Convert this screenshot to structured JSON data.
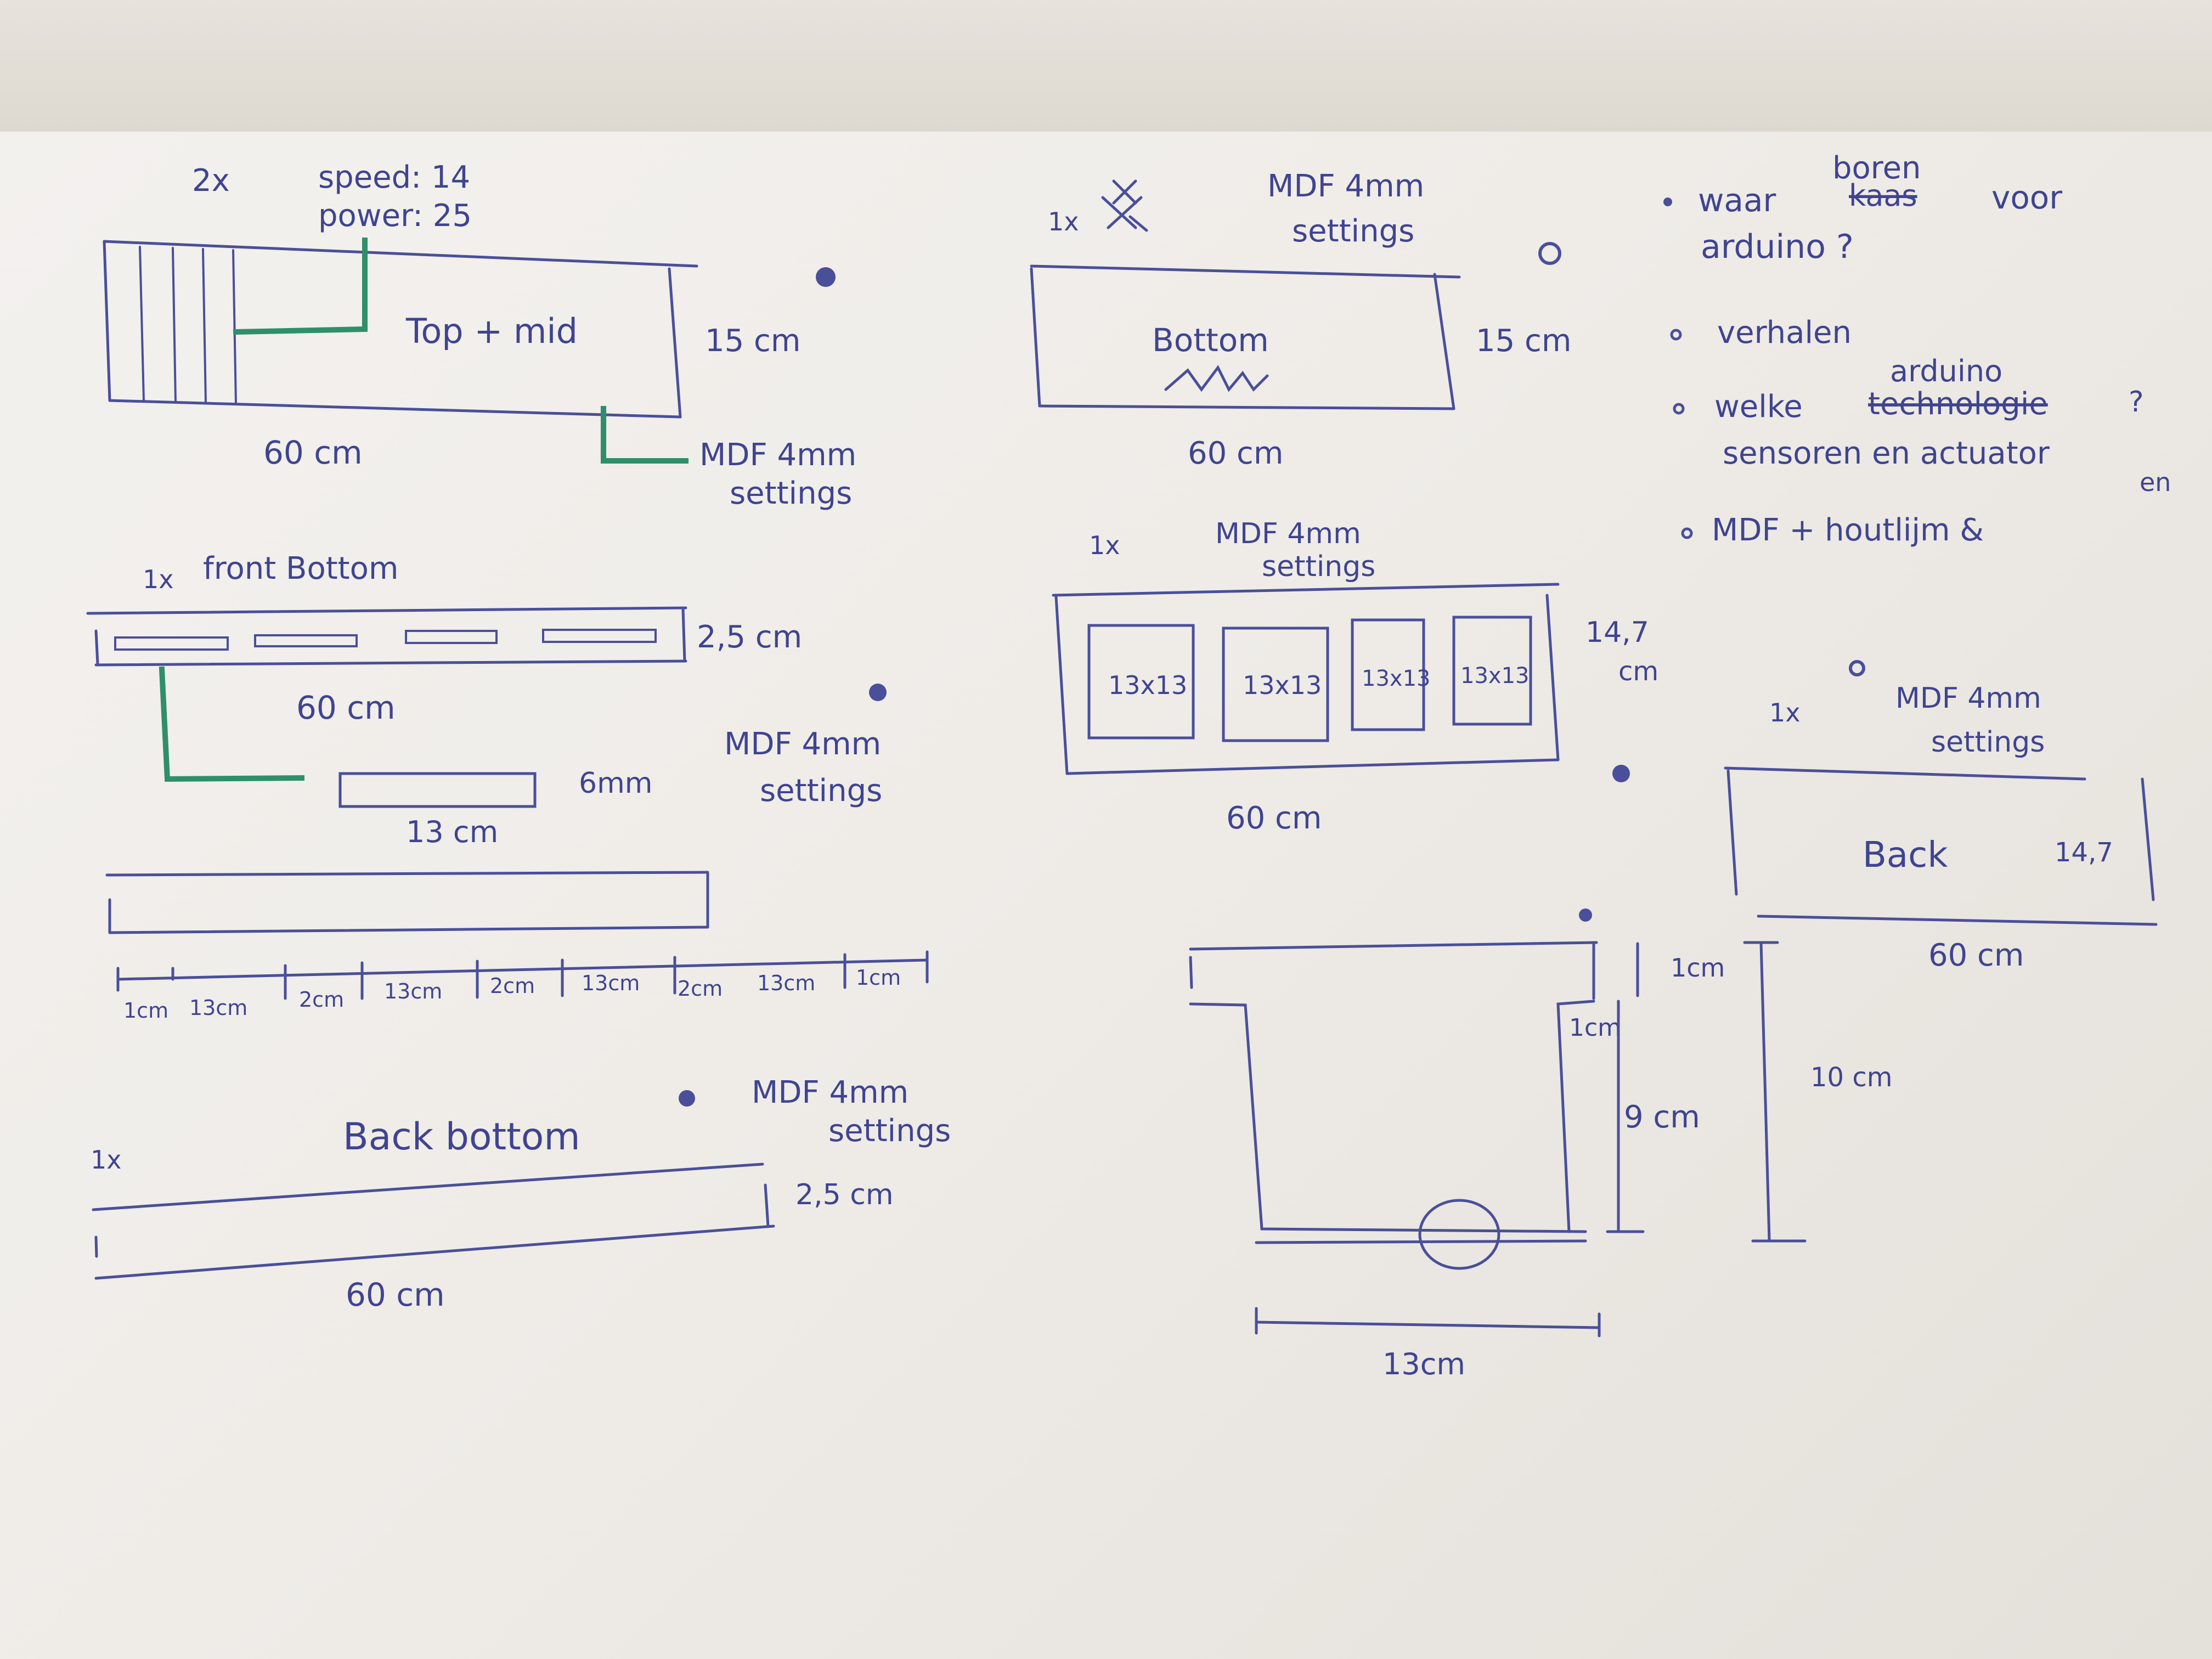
{
  "top_left": {
    "qty": "2x",
    "speed": "speed: 14",
    "power": "power: 25",
    "label": "Top + mid",
    "height": "15 cm",
    "width": "60 cm",
    "material_line1": "MDF 4mm",
    "material_line2": "settings"
  },
  "front_bottom": {
    "qty": "1x",
    "label": "front Bottom",
    "height": "2,5 cm",
    "width": "60 cm",
    "slot_width": "13 cm",
    "slot_height": "6mm",
    "material_line1": "MDF 4mm",
    "material_line2": "settings",
    "spacing": [
      "1cm",
      "13cm",
      "2cm",
      "13cm",
      "2cm",
      "13cm",
      "2cm",
      "13cm",
      "1cm"
    ]
  },
  "back_bottom": {
    "qty": "1x",
    "label": "Back bottom",
    "material_line1": "MDF 4mm",
    "material_line2": "settings",
    "height": "2,5 cm",
    "width": "60 cm"
  },
  "bottom": {
    "qty": "1x",
    "material_line1": "MDF 4mm",
    "material_line2": "settings",
    "label": "Bottom",
    "height": "15 cm",
    "width": "60 cm"
  },
  "notes": {
    "line1_a": "waar",
    "line1_strike": "kaas",
    "line1_insert": "boren",
    "line1_b": "voor",
    "line2": "arduino ?",
    "line3": "verhalen",
    "line4_a": "welke",
    "line4_strike": "technologie",
    "line4_insert": "arduino",
    "line4_b": "?",
    "line5": "sensoren en actuator",
    "line5_cont": "en",
    "line6": "MDF + houtlijm &"
  },
  "grid_panel": {
    "qty": "1x",
    "material_line1": "MDF 4mm",
    "material_line2": "settings",
    "cells": [
      "13x13",
      "13x13",
      "13x13",
      "13x13"
    ],
    "height_line1": "14,7",
    "height_line2": "cm",
    "width": "60 cm"
  },
  "back": {
    "qty": "1x",
    "material_line1": "MDF 4mm",
    "material_line2": "settings",
    "label": "Back",
    "height": "14,7",
    "width": "60 cm"
  },
  "side_profile": {
    "top_gap": "1cm",
    "inner_gap": "1cm",
    "inner_height": "9 cm",
    "total_height": "10 cm",
    "width": "13cm"
  }
}
